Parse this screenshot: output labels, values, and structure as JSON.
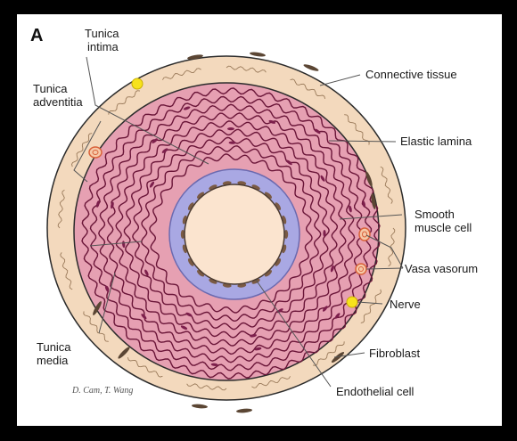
{
  "panel_letter": "A",
  "labels": {
    "tunica_intima": [
      "Tunica",
      "intima"
    ],
    "tunica_adventitia": [
      "Tunica",
      "adventitia"
    ],
    "tunica_media": [
      "Tunica",
      "media"
    ],
    "connective_tissue": "Connective tissue",
    "elastic_lamina": "Elastic lamina",
    "smooth_muscle_cell": [
      "Smooth",
      "muscle cell"
    ],
    "vasa_vasorum": "Vasa vasorum",
    "nerve": "Nerve",
    "fibroblast": "Fibroblast",
    "endothelial_cell": "Endothelial cell"
  },
  "signature": "D. Cam, T. Wang",
  "colors": {
    "adventitia": "#f3d9bd",
    "media": "#e6a0b2",
    "elastic_line": "#6a1538",
    "intima": "#a9a8e3",
    "endothelium": "#7a5a44",
    "lumen": "#fbe4cf",
    "outline": "#2b2b2b",
    "nerve": "#f7e21c",
    "vessel": "#d9623a"
  }
}
